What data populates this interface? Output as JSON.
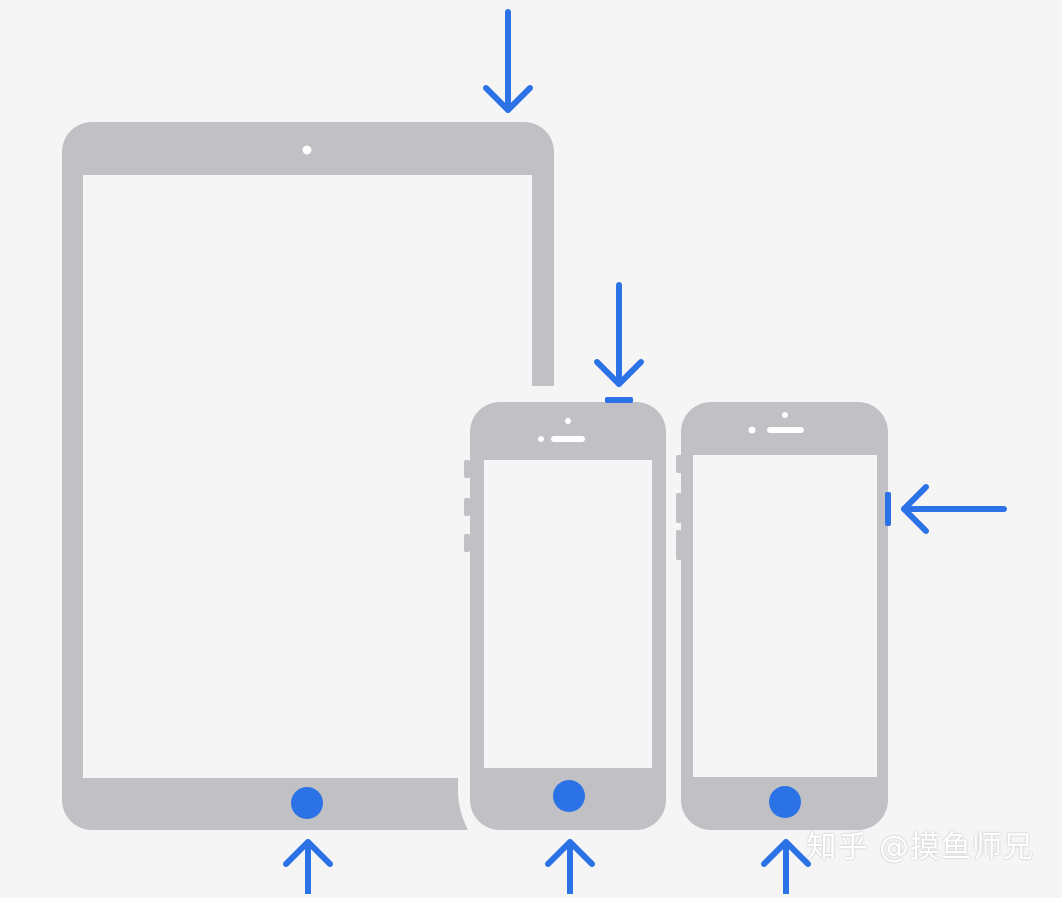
{
  "colors": {
    "background": "#f5f5f6",
    "device_body": "#c1c1c5",
    "screen": "#f5f5f6",
    "accent": "#2a72e5"
  },
  "devices": [
    {
      "name": "ipad",
      "home_button": "home-button",
      "highlight_button": "top-button"
    },
    {
      "name": "iphone-se",
      "home_button": "home-button",
      "highlight_button": "top-button"
    },
    {
      "name": "iphone-8",
      "home_button": "home-button",
      "highlight_button": "side-button"
    }
  ],
  "icons": [
    "arrow-down-icon",
    "arrow-up-icon",
    "arrow-left-icon"
  ],
  "watermark": {
    "text": "知乎 @摸鱼师兄"
  }
}
